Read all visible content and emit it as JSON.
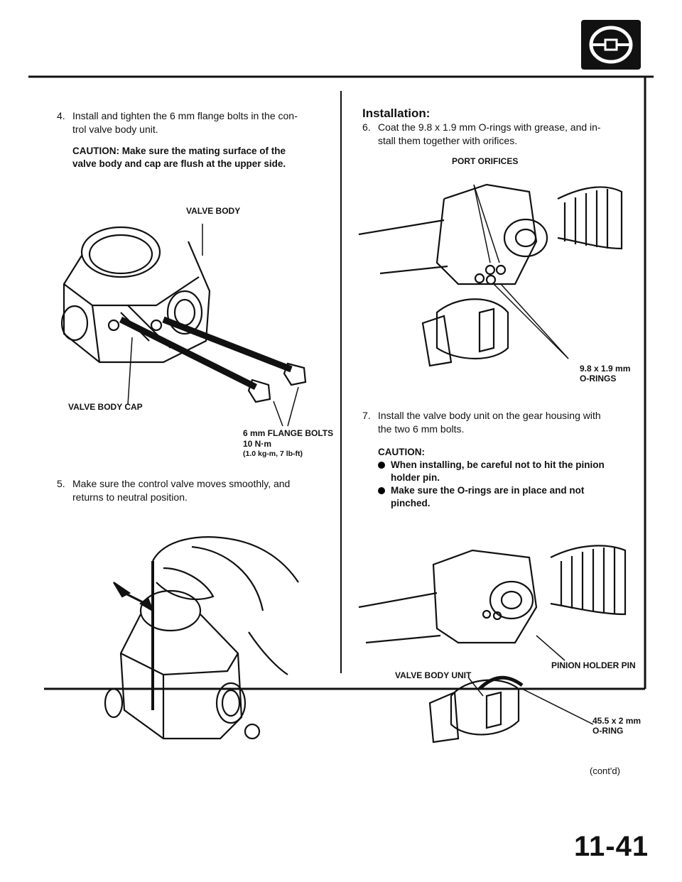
{
  "header": {
    "logo_icon": "steering-wheel-icon"
  },
  "left": {
    "step4": {
      "num": "4.",
      "text_line1": "Install and tighten the 6 mm flange bolts in the con-",
      "text_line2": "trol valve body unit.",
      "caution_line1": "CAUTION: Make sure the mating surface of the",
      "caution_line2": "valve body and cap are flush at the upper side."
    },
    "fig1": {
      "label_valve_body": "VALVE BODY",
      "label_valve_body_cap": "VALVE BODY CAP",
      "label_bolts": "6 mm FLANGE BOLTS",
      "label_torque": "10 N·m",
      "label_torque_alt": "(1.0 kg-m, 7 lb-ft)"
    },
    "step5": {
      "num": "5.",
      "text_line1": "Make sure the control valve moves smoothly, and",
      "text_line2": "returns to neutral position."
    }
  },
  "right": {
    "heading": "Installation:",
    "step6": {
      "num": "6.",
      "text_line1": "Coat the 9.8 x 1.9 mm O-rings with grease, and in-",
      "text_line2": "stall them together with orifices."
    },
    "fig2": {
      "label_port_orifices": "PORT ORIFICES",
      "label_orings_1": "9.8 x 1.9 mm",
      "label_orings_2": "O-RINGS"
    },
    "step7": {
      "num": "7.",
      "text_line1": "Install the valve body unit on the gear housing with",
      "text_line2": "the two 6 mm bolts.",
      "caution_title": "CAUTION:",
      "bullet1_line1": "When installing, be careful not to hit the pinion",
      "bullet1_line2": "holder pin.",
      "bullet2_line1": "Make sure the O-rings are in place and not",
      "bullet2_line2": "pinched."
    },
    "fig3": {
      "label_pinion_holder_pin": "PINION HOLDER PIN",
      "label_valve_body_unit": "VALVE BODY UNIT",
      "label_oring_1": "45.5 x 2 mm",
      "label_oring_2": "O-RING"
    },
    "contd": "(cont'd)"
  },
  "footer": {
    "page_number": "11-41"
  }
}
